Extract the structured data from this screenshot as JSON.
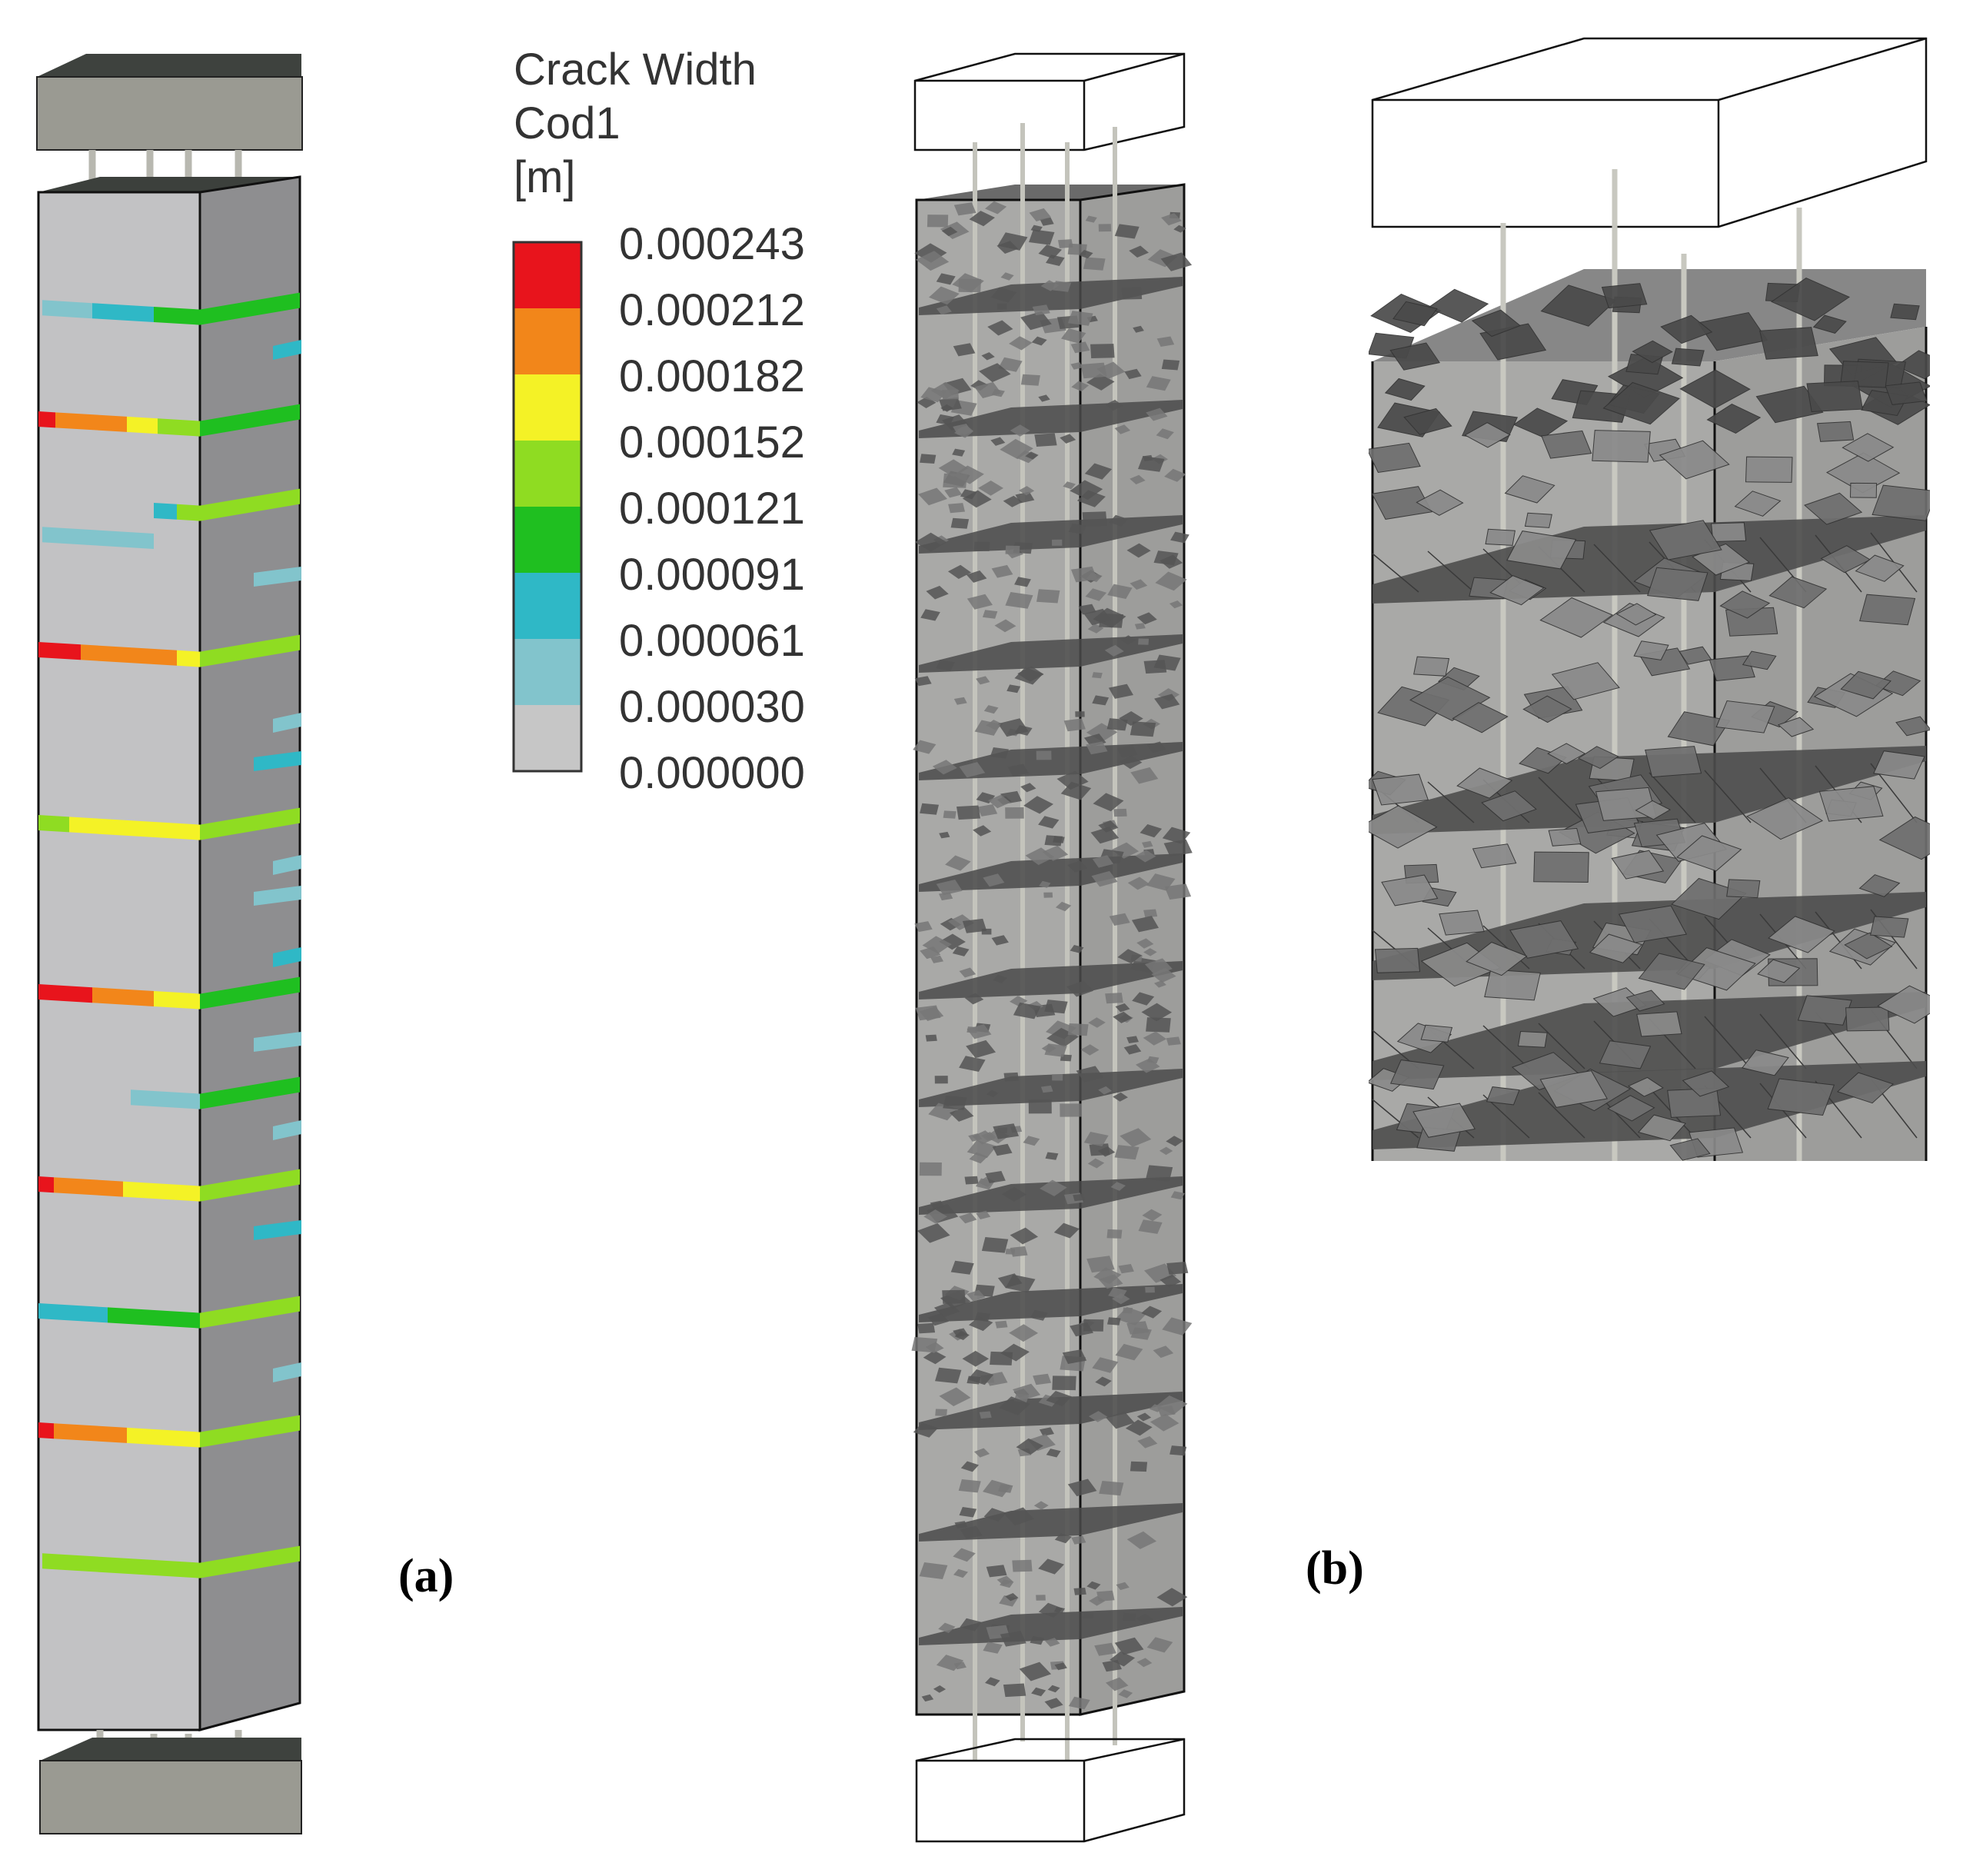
{
  "legend": {
    "title_lines": [
      "Crack Width",
      "Cod1",
      "[m]"
    ],
    "bins": [
      {
        "value": "0.000243",
        "color": "#e8141c"
      },
      {
        "value": "0.000212",
        "color": "#f2861a"
      },
      {
        "value": "0.000182",
        "color": "#f4f226"
      },
      {
        "value": "0.000152",
        "color": "#8fdc22"
      },
      {
        "value": "0.000121",
        "color": "#1fbf20"
      },
      {
        "value": "0.000091",
        "color": "#2fb8c6"
      },
      {
        "value": "0.000061",
        "color": "#82c4cc"
      },
      {
        "value": "0.000030",
        "color": "#c6c6c6"
      },
      {
        "value": "0.000000",
        "color": "#c6c6c6"
      }
    ]
  },
  "panels": {
    "a": {
      "label": "(a)"
    },
    "b": {
      "label": "(b)"
    }
  },
  "colors": {
    "concrete_front": "#c2c2c4",
    "concrete_side": "#8e8e90",
    "concrete_top": "#3c403c",
    "plate_front": "#9a9a92",
    "plate_top": "#3e423e",
    "transparent_concrete": "#a7a7a5",
    "crack_plane": "#4b4b4b",
    "rebar": "#b8b8b0",
    "outline": "#111111"
  }
}
